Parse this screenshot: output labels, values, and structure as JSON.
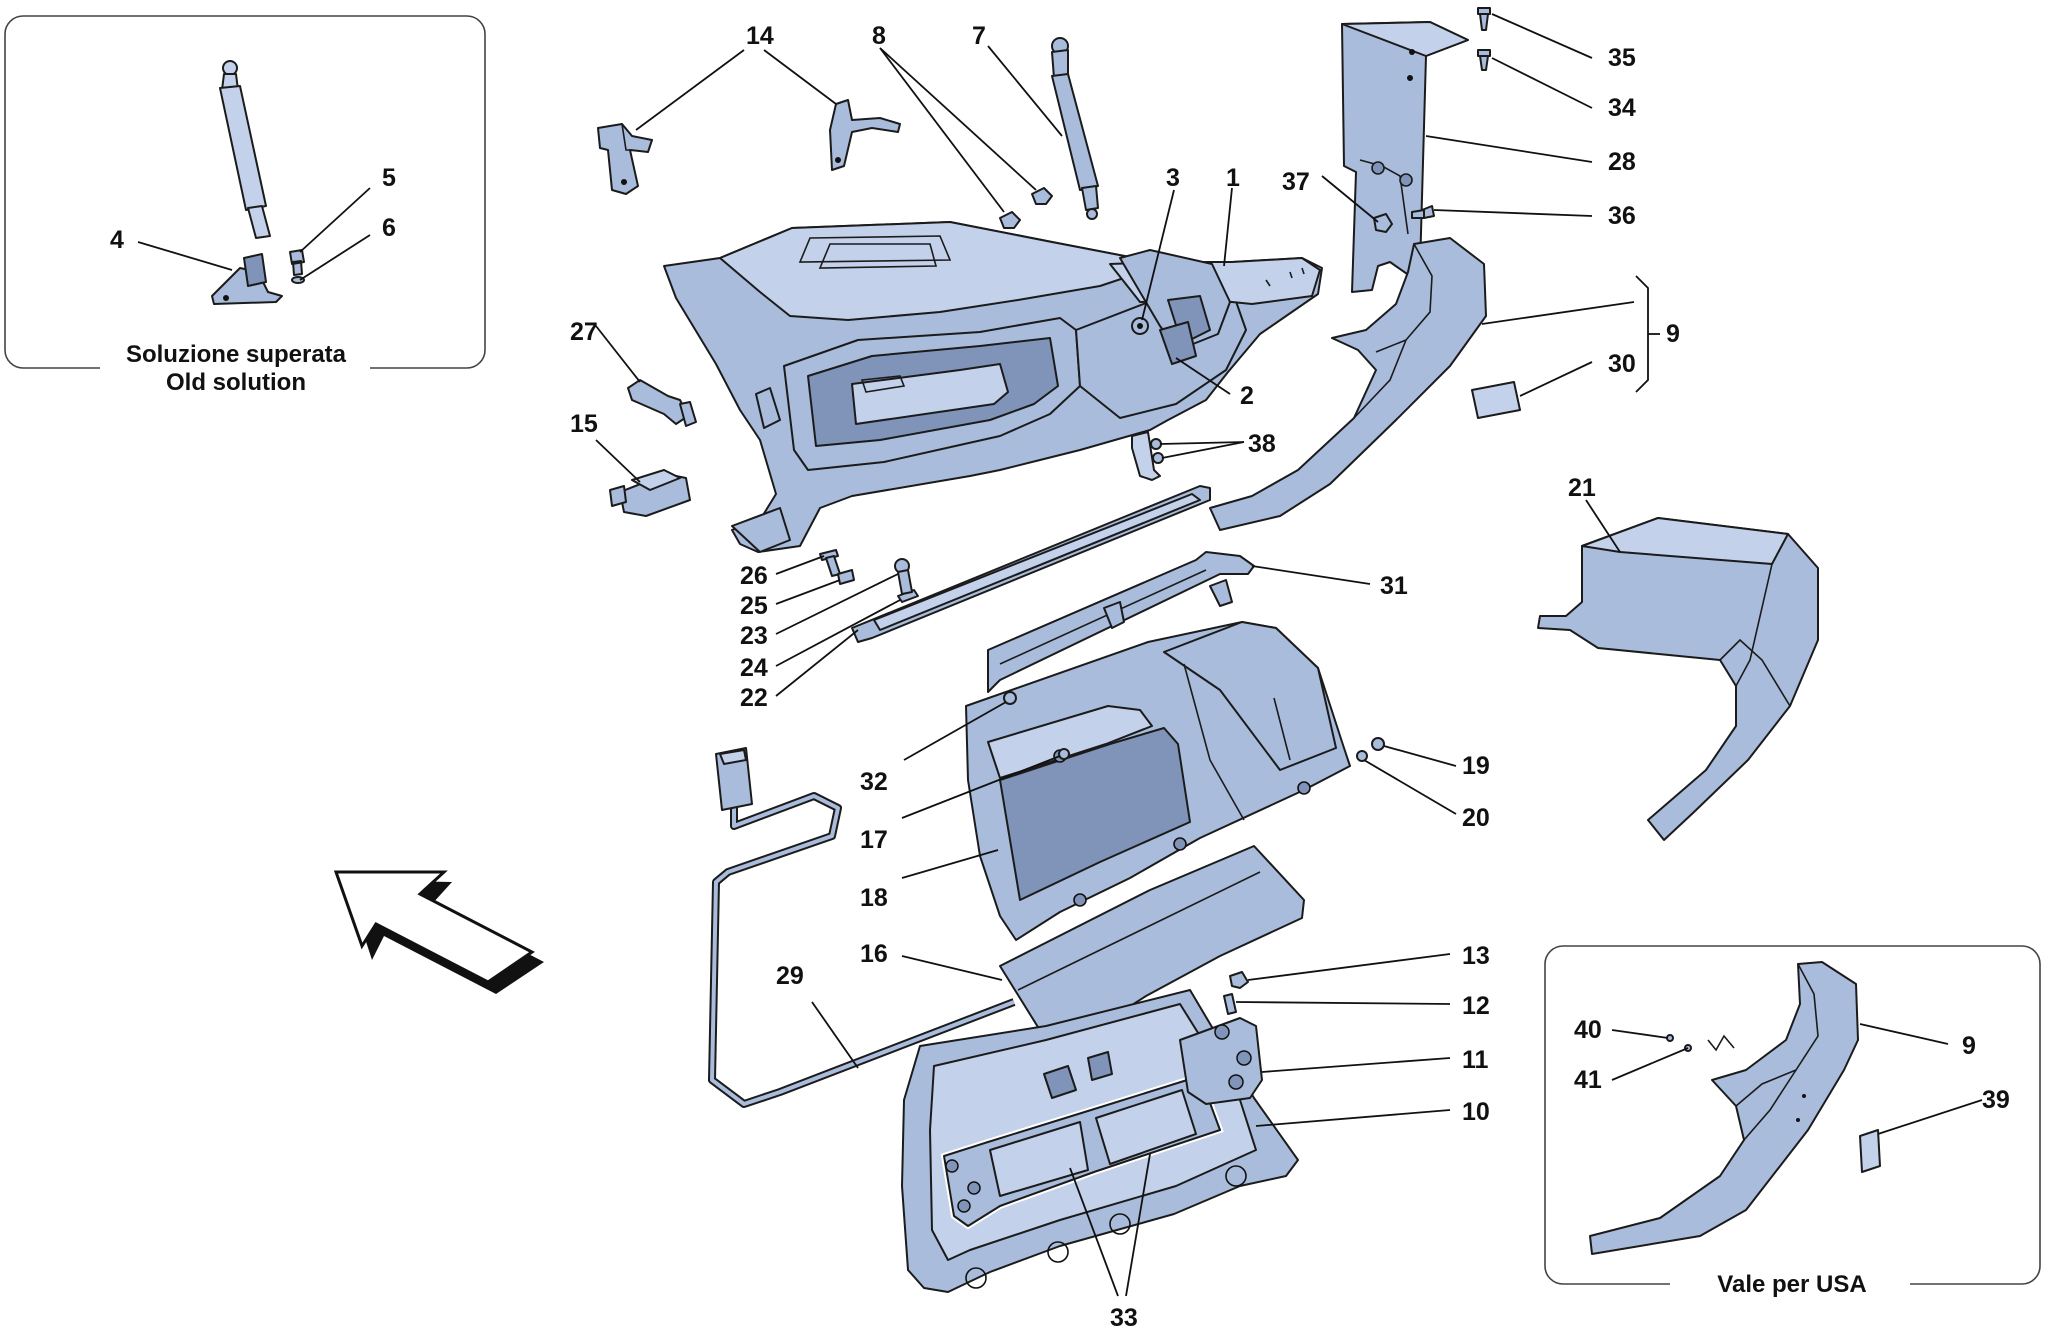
{
  "callouts": {
    "c1": "1",
    "c2": "2",
    "c3": "3",
    "c4": "4",
    "c5": "5",
    "c6": "6",
    "c7": "7",
    "c8": "8",
    "c9a": "9",
    "c9b": "9",
    "c10": "10",
    "c11": "11",
    "c12": "12",
    "c13": "13",
    "c14": "14",
    "c15": "15",
    "c16": "16",
    "c17": "17",
    "c18": "18",
    "c19": "19",
    "c20": "20",
    "c21": "21",
    "c22": "22",
    "c23": "23",
    "c24": "24",
    "c25": "25",
    "c26": "26",
    "c27": "27",
    "c28": "28",
    "c29": "29",
    "c30": "30",
    "c31": "31",
    "c32": "32",
    "c33": "33",
    "c34": "34",
    "c35": "35",
    "c36": "36",
    "c37": "37",
    "c38": "38",
    "c39": "39",
    "c40": "40",
    "c41": "41"
  },
  "inset_old": {
    "line1": "Soluzione superata",
    "line2": "Old solution"
  },
  "inset_usa": {
    "label": "Vale per USA"
  },
  "colors": {
    "part_fill": "#a9bcdc",
    "part_light": "#c3d1ea",
    "outline": "#1b1b1b"
  },
  "icons": {
    "direction_arrow": "arrow-up-left-icon"
  }
}
